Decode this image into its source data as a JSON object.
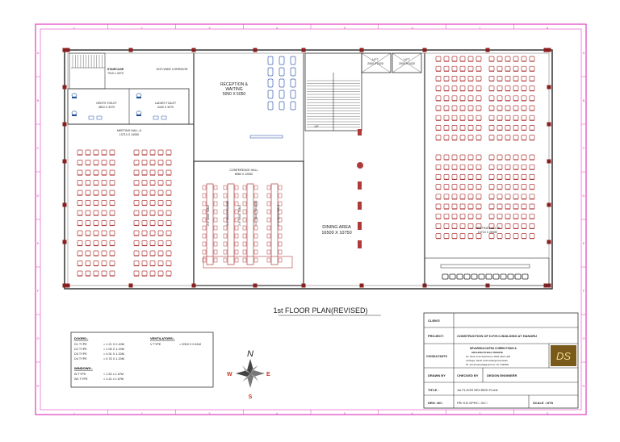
{
  "sheet": {
    "border_color": "#e040c0",
    "grid_columns": [
      "1",
      "2",
      "3",
      "4",
      "5",
      "6",
      "7",
      "8"
    ],
    "grid_rows": [
      "A",
      "B",
      "C",
      "D",
      "E",
      "F",
      "G",
      "H"
    ]
  },
  "plan": {
    "staircase_label": "STAIRCASE",
    "staircase_size": "7010 x 3370",
    "corridor_label": "3070 WIDE CORRIDOR",
    "reception_label": "RECEPTION &",
    "reception_label2": "WAITING",
    "reception_size": "5050 X 5050",
    "gents_toilet": "GENTS TOILET",
    "gents_toilet_size": "4810 X 3370",
    "ladies_toilet": "LADIES TOILET",
    "ladies_toilet_size": "4440 X 3370",
    "meeting_hall_a": "MEETING HALL-A",
    "meeting_hall_a_size": "13710 X 14050",
    "conference_hall": "CONFERENCE HALL",
    "conference_hall_size": "8080 X 12050",
    "passage_1": "2'-6\" WIDE TABLE",
    "passage_2": "3'-0\" WIDE PASSAGE",
    "passage_3": "2'-6\" WIDE TABLE",
    "passage_4": "4'-0\" WIDE PASSAGE",
    "passage_5": "2'-6\" WIDE TABLE",
    "lift1_label": "LIFT",
    "lift1_size": "2000 x 2420",
    "lift2_label": "LIFT",
    "lift2_size": "2000 x 2420",
    "dining_label": "DINING AREA",
    "dining_size": "16500 X 10750",
    "meeting_hall_b": "MEETING HALL-B",
    "meeting_hall_b_size": "13710 X 20050",
    "up_label": "UP"
  },
  "drawing_title": "1st FLOOR PLAN(REVISED)",
  "schedule": {
    "doors_heading": "DOORS:-",
    "doors": [
      {
        "type": "D1  TYPE",
        "size": "= 1.21 X 2.40M"
      },
      {
        "type": "D2  TYPE",
        "size": "= 1.05 X 1.20M"
      },
      {
        "type": "D3  TYPE",
        "size": "= 0.91 X 1.20M"
      },
      {
        "type": "D4  TYPE",
        "size": "= 0.76 X 1.20M"
      }
    ],
    "windows_heading": "WINDOWS:-",
    "windows": [
      {
        "type": "W   TYPE",
        "size": "= 1.52 x 1.67M"
      },
      {
        "type": "W1  TYPE",
        "size": "= 1.21 x 1.67M"
      }
    ],
    "ventilators_heading": "VENTILATORS:-",
    "ventilators": [
      {
        "type": "V  TYPE",
        "size": "= 2000 X 0.61M"
      }
    ]
  },
  "compass": {
    "n": "N",
    "s": "S",
    "e": "E",
    "w": "W"
  },
  "title_block": {
    "client_label": "CLIENT:",
    "client_value": "",
    "project_label": "PROJECT:",
    "project_value": "CONSTRUCTION OF D.P.R.C.BUILDING AT HANURU",
    "consultants_label": "CONSULTANTS",
    "consultant_line1": "DEVARSHA DIXTRA CORRECTIONS &",
    "consultant_line2": "ARCHITECTURAL PRIVATE",
    "consultant_line3": "No. Desk, Amar Apartments, Mittal Cabin Hold",
    "consultant_line4": "Jal Nagar, Nandi, Hold Gulbarga Karnataka",
    "consultant_line5": "Ph. dev.devaansh@gmail.com, No. 9493000",
    "logo_text": "DS",
    "drawn_by_label": "DRAWN BY",
    "checked_by_label": "CHECKED BY",
    "checked_by_value": "DESIGN ENGINEER",
    "title_label": "TITLE :",
    "title_value": "1st FLOOR REVISED PLAN",
    "drg_label": "DRG. NO :",
    "drg_value": "PR/ KS/ DPRC / 02/ /",
    "scale_label": "SCALE : NTS"
  }
}
